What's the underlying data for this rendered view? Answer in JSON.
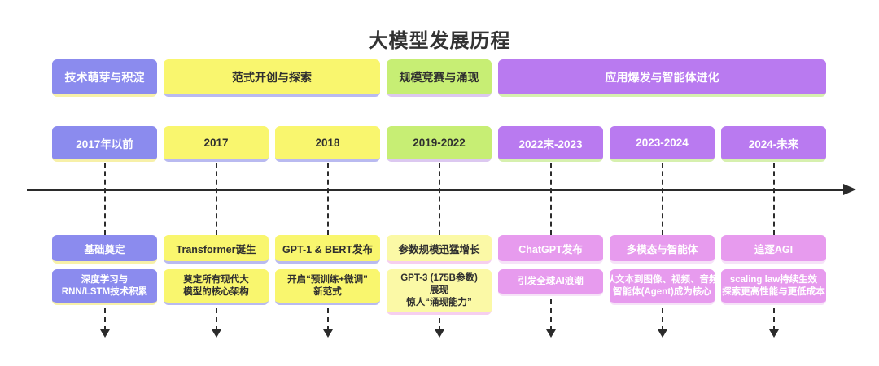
{
  "title": "大模型发展历程",
  "phases": [
    {
      "label": "技术萌芽与积淀"
    },
    {
      "label": "范式开创与探索"
    },
    {
      "label": "规模竞赛与涌现"
    },
    {
      "label": "应用爆发与智能体进化"
    }
  ],
  "columns": [
    {
      "year": "2017年以前",
      "event": "基础奠定",
      "desc": [
        "深度学习与",
        "RNN/LSTM技术积累"
      ]
    },
    {
      "year": "2017",
      "event": "Transformer诞生",
      "desc": [
        "奠定所有现代大",
        "模型的核心架构"
      ]
    },
    {
      "year": "2018",
      "event": "GPT-1 & BERT发布",
      "desc": [
        "开启“预训练+微调”",
        "新范式"
      ]
    },
    {
      "year": "2019-2022",
      "event": "参数规模迅猛增长",
      "desc": [
        "GPT-3 (175B参数)",
        "展现",
        "惊人“涌现能力”"
      ]
    },
    {
      "year": "2022末-2023",
      "event": "ChatGPT发布",
      "desc": [
        "引发全球AI浪潮"
      ]
    },
    {
      "year": "2023-2024",
      "event": "多模态与智能体",
      "desc": [
        "从文本到图像、视频、音频",
        "智能体(Agent)成为核心"
      ]
    },
    {
      "year": "2024-未来",
      "event": "追逐AGI",
      "desc": [
        "scaling law持续生效",
        "探索更高性能与更低成本"
      ]
    }
  ],
  "colors": {
    "periwinkle": "#8b8bee",
    "yellow": "#f9f66e",
    "paleyellow": "#fbf9a6",
    "green": "#c7ee74",
    "purple": "#b97af0",
    "orchid": "#e79bee",
    "edgeyellow": "#f7f0a8",
    "edgeperiwinkle": "#b9baf0",
    "edgelavender": "#dcc8f0",
    "edgegreen": "#d6f0ae",
    "edgepink": "#f6cfef",
    "edgelightpink": "#f6e3f8",
    "ink": "#2b2b2b",
    "titleink": "#333333"
  }
}
